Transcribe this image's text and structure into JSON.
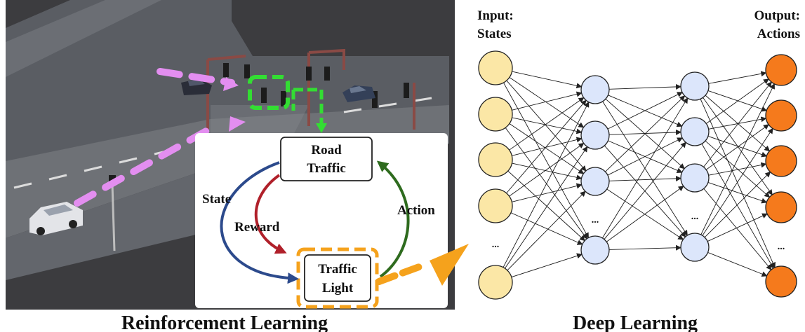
{
  "left": {
    "caption": "Reinforcement Learning",
    "loop": {
      "env_line1": "Road",
      "env_line2": "Traffic",
      "agent_line1": "Traffic",
      "agent_line2": "Light",
      "state_label": "State",
      "reward_label": "Reward",
      "action_label": "Action"
    }
  },
  "right": {
    "caption": "Deep Learning",
    "input_line1": "Input:",
    "input_line2": "States",
    "output_line1": "Output:",
    "output_line2": "Actions",
    "ellipsis": "..."
  },
  "colors": {
    "input_node": "#fbe7a6",
    "hidden_node": "#dce6fb",
    "output_node": "#f57a1c",
    "state_arrow": "#2c4a8c",
    "reward_arrow": "#b0202a",
    "action_arrow": "#2e6b1e",
    "signal_highlight": "#33dd33",
    "agent_highlight": "#f5a21c",
    "vehicle_path": "#e38ef0"
  }
}
